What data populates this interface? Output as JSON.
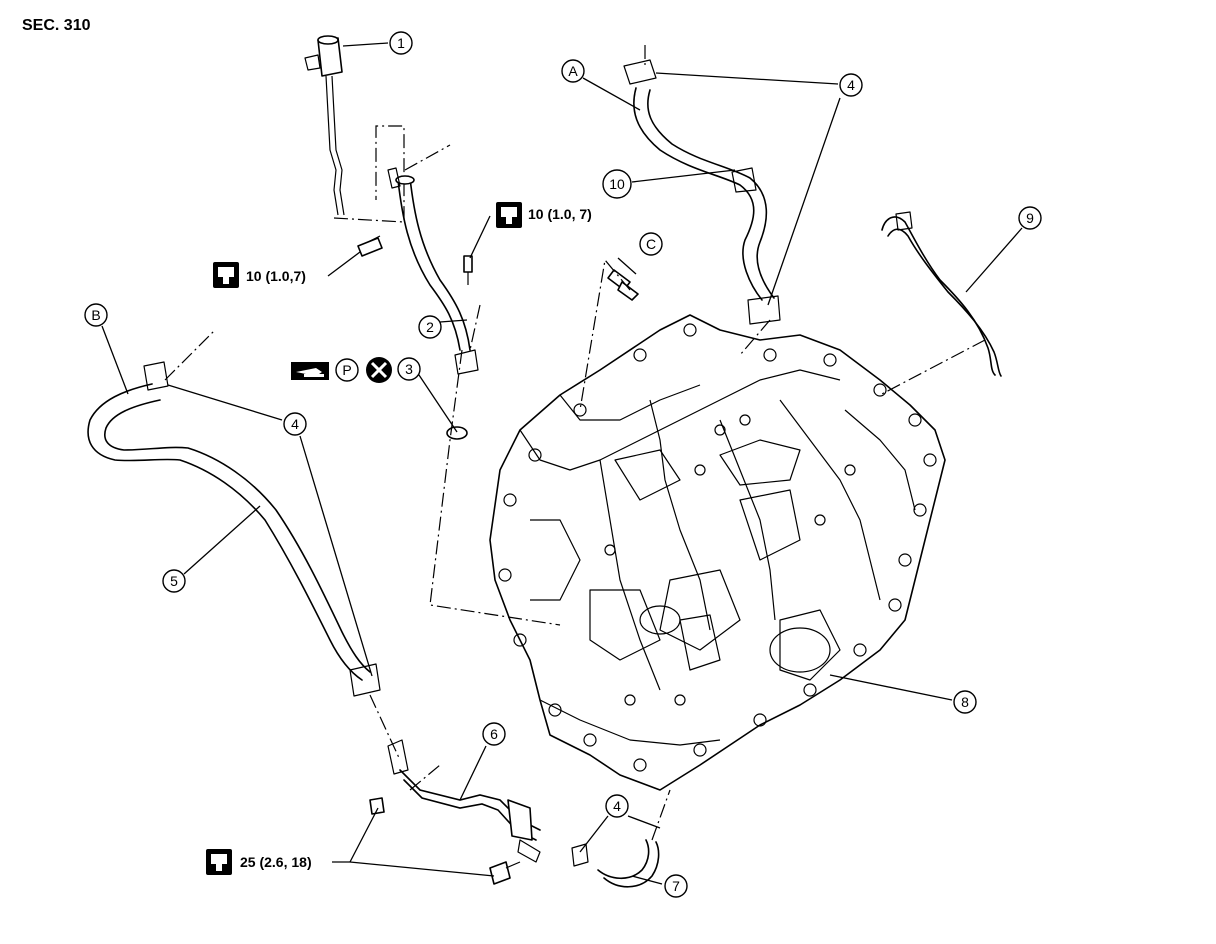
{
  "section_label": "SEC. 310",
  "callouts": {
    "c1": "1",
    "c2": "2",
    "c3": "3",
    "c4a": "4",
    "c4b": "4",
    "c4c": "4",
    "c5": "5",
    "c6": "6",
    "c7": "7",
    "c8": "8",
    "c9": "9",
    "c10": "10",
    "cA": "A",
    "cB": "B",
    "cC": "C",
    "cP": "P"
  },
  "torque_specs": {
    "t1": "10 (1.0,7)",
    "t2": "10 (1.0, 7)",
    "t3": "25 (2.6, 18)"
  },
  "icons": {
    "torque": "tightening-torque-icon",
    "fluid": "apply-fluid-icon",
    "noreuse": "do-not-reuse-icon"
  }
}
